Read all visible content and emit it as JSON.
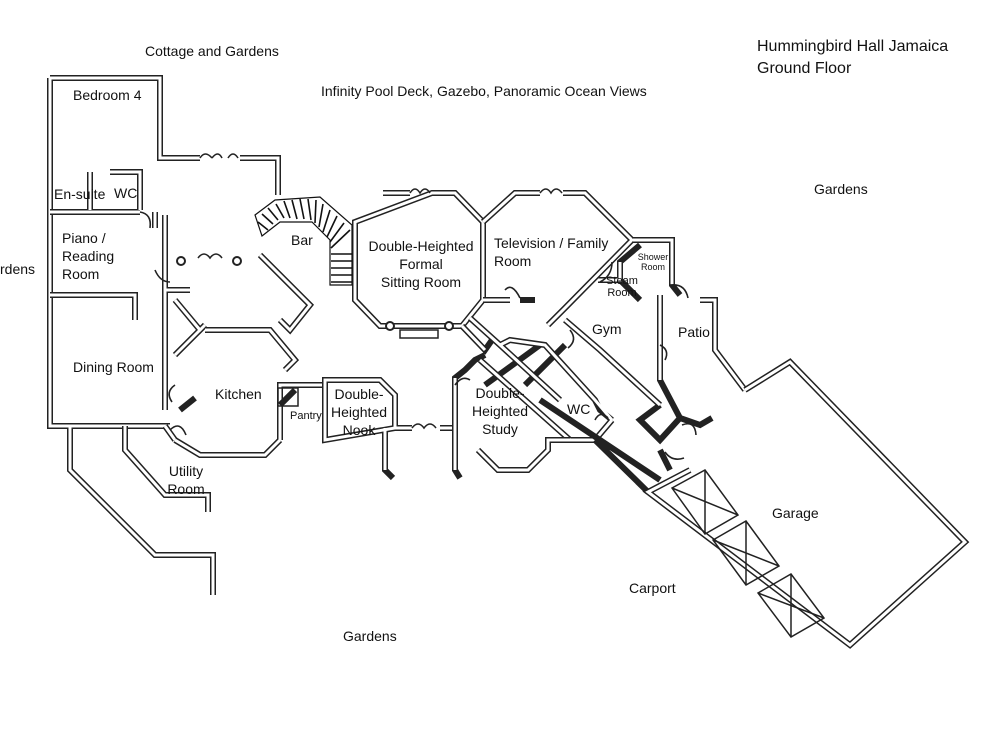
{
  "title": {
    "line1": "Hummingbird Hall Jamaica",
    "line2": "Ground Floor"
  },
  "surroundings": {
    "cottage": "Cottage and Gardens",
    "pool": "Infinity Pool Deck, Gazebo, Panoramic Ocean Views",
    "gardens_east": "Gardens",
    "gardens_west": "rdens",
    "gardens_south": "Gardens",
    "carport": "Carport"
  },
  "rooms": {
    "bedroom4": "Bedroom 4",
    "ensuite": "En-suite",
    "wc_west": "WC",
    "piano": "Piano /\nReading\nRoom",
    "dining": "Dining Room",
    "bar": "Bar",
    "sitting": "Double-Heighted\nFormal\nSitting Room",
    "tv": "Television / Family\nRoom",
    "shower": "Shower\nRoom",
    "steam": "Steam\nRoom",
    "gym": "Gym",
    "patio": "Patio",
    "kitchen": "Kitchen",
    "pantry": "Pantry",
    "nook": "Double-\nHeighted\nNook",
    "study": "Double-\nHeighted\nStudy",
    "wc_east": "WC",
    "utility": "Utility\nRoom",
    "garage": "Garage"
  }
}
